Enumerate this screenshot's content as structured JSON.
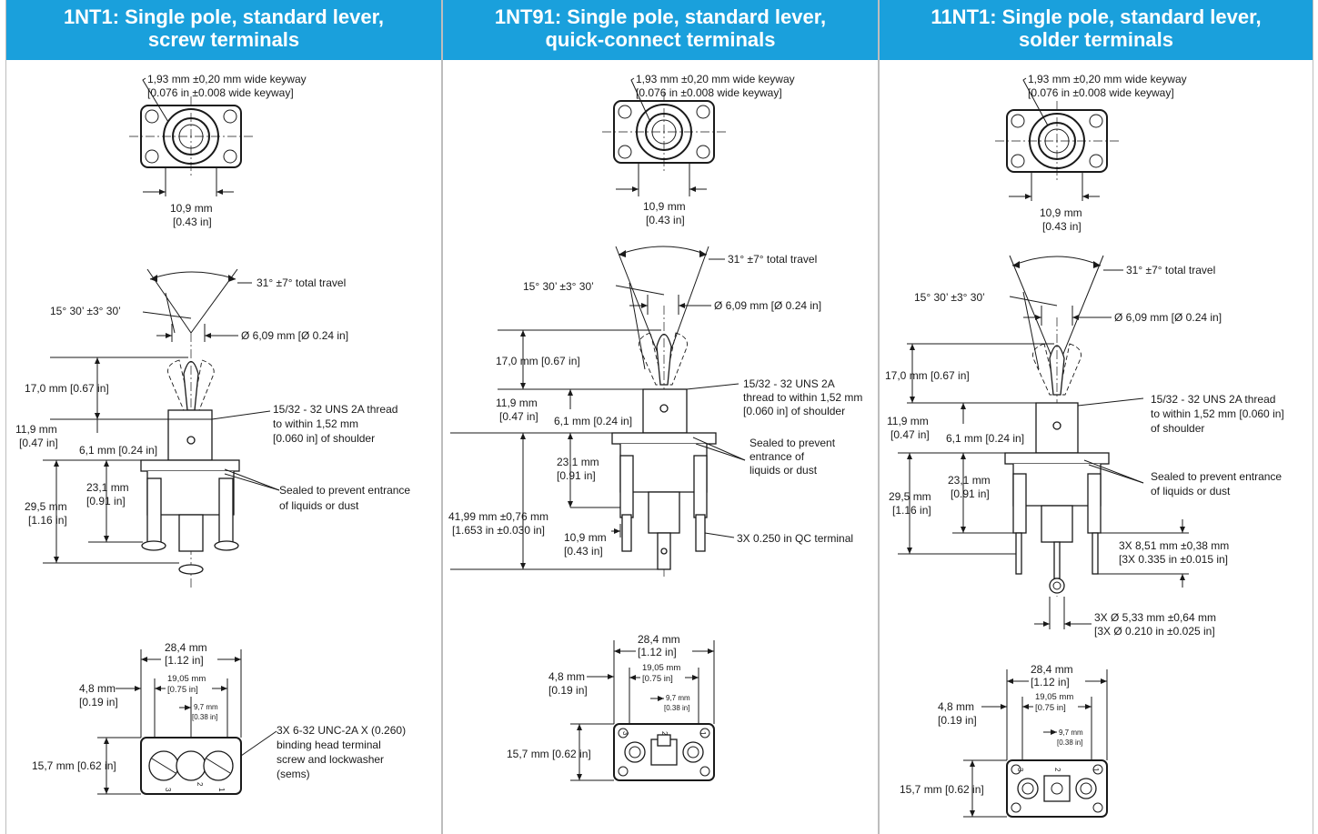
{
  "panels": [
    {
      "title_line1": "1NT1: Single pole, standard lever,",
      "title_line2": "screw terminals",
      "keyway_mm": "1,93 mm ±0,20 mm wide keyway",
      "keyway_in": "[0.076 in ±0.008 wide keyway]",
      "width_mm": "10,9 mm",
      "width_in": "[0.43 in]",
      "travel": "31° ±7° total travel",
      "angle": "15° 30’ ±3° 30’",
      "diameter": "Ø 6,09 mm [Ø 0.24 in]",
      "lever_len": "17,0 mm [0.67 in]",
      "thread1": "15/32 - 32 UNS 2A thread",
      "thread2": "to within 1,52 mm",
      "thread3": "[0.060 in]  of shoulder",
      "bush_mm": "11,9 mm",
      "bush_in": "[0.47 in]",
      "shoulder": "6,1 mm [0.24 in]",
      "body_mm": "23,1 mm",
      "body_in": "[0.91 in]",
      "total_mm": "29,5 mm",
      "total_in": "[1.16 in]",
      "sealed1": "Sealed to prevent entrance",
      "sealed2": "of liquids or dust",
      "width28_mm": "28,4 mm",
      "width28_in": "[1.12 in]",
      "pitch_mm": "19,05 mm",
      "pitch_in": "[0.75 in]",
      "half_mm": "9,7 mm",
      "half_in": "[0.38 in]",
      "edge_mm": "4,8 mm",
      "edge_in": "[0.19 in]",
      "height": "15,7 mm [0.62 in]",
      "term1": "3X 6-32 UNC-2A X (0.260)",
      "term2": "binding head terminal",
      "term3": "screw and lockwasher",
      "term4": "(sems)",
      "pin1": "1",
      "pin2": "2",
      "pin3": "3"
    },
    {
      "title_line1": "1NT91: Single pole, standard lever,",
      "title_line2": "quick-connect terminals",
      "keyway_mm": "1,93 mm ±0,20 mm wide keyway",
      "keyway_in": "[0.076 in ±0.008 wide keyway]",
      "width_mm": "10,9 mm",
      "width_in": "[0.43 in]",
      "travel": "31° ±7° total travel",
      "angle": "15° 30’ ±3° 30’",
      "diameter": "Ø 6,09 mm [Ø 0.24 in]",
      "lever_len": "17,0 mm [0.67 in]",
      "thread1": "15/32 - 32 UNS 2A",
      "thread2": "thread to within 1,52 mm",
      "thread3": "[0.060 in] of shoulder",
      "bush_mm": "11,9 mm",
      "bush_in": "[0.47 in]",
      "shoulder": "6,1 mm [0.24 in]",
      "body_mm": "23,1 mm",
      "body_in": "[0.91 in]",
      "total_mm": "41,99 mm ±0,76 mm",
      "total_in": "[1.653 in ±0.030 in]",
      "qc_mm": "10,9 mm",
      "qc_in": "[0.43 in]",
      "qc_label": "3X 0.250 in QC terminal",
      "sealed1": "Sealed to prevent",
      "sealed2": "entrance of",
      "sealed3": "liquids or dust",
      "width28_mm": "28,4 mm",
      "width28_in": "[1.12 in]",
      "pitch_mm": "19,05 mm",
      "pitch_in": "[0.75 in]",
      "half_mm": "9,7 mm",
      "half_in": "[0.38 in]",
      "edge_mm": "4,8 mm",
      "edge_in": "[0.19 in]",
      "height": "15,7 mm [0.62 in]",
      "pin1": "1",
      "pin2": "2",
      "pin3": "3"
    },
    {
      "title_line1": "11NT1: Single pole, standard lever,",
      "title_line2": "solder terminals",
      "keyway_mm": "1,93 mm ±0,20 mm wide keyway",
      "keyway_in": "[0.076 in ±0.008 wide keyway]",
      "width_mm": "10,9 mm",
      "width_in": "[0.43 in]",
      "travel": "31° ±7° total travel",
      "angle": "15° 30’ ±3° 30’",
      "diameter": "Ø 6,09 mm [Ø 0.24 in]",
      "lever_len": "17,0 mm [0.67 in]",
      "thread1": "15/32 - 32 UNS 2A thread",
      "thread2": "to within 1,52 mm [0.060 in]",
      "thread3": "of shoulder",
      "bush_mm": "11,9 mm",
      "bush_in": "[0.47 in]",
      "shoulder": "6,1 mm [0.24 in]",
      "body_mm": "23,1 mm",
      "body_in": "[0.91 in]",
      "total_mm": "29,5 mm",
      "total_in": "[1.16 in]",
      "sealed1": "Sealed to prevent entrance",
      "sealed2": "of liquids or dust",
      "solder_len1": "3X 8,51 mm ±0,38 mm",
      "solder_len2": "[3X 0.335 in ±0.015 in]",
      "solder_dia1": "3X Ø 5,33 mm ±0,64 mm",
      "solder_dia2": "[3X Ø 0.210 in ±0.025 in]",
      "width28_mm": "28,4 mm",
      "width28_in": "[1.12 in]",
      "pitch_mm": "19,05 mm",
      "pitch_in": "[0.75 in]",
      "half_mm": "9,7 mm",
      "half_in": "[0.38 in]",
      "edge_mm": "4,8 mm",
      "edge_in": "[0.19 in]",
      "height": "15,7 mm [0.62 in]",
      "pin1": "1",
      "pin2": "2",
      "pin3": "3"
    }
  ]
}
